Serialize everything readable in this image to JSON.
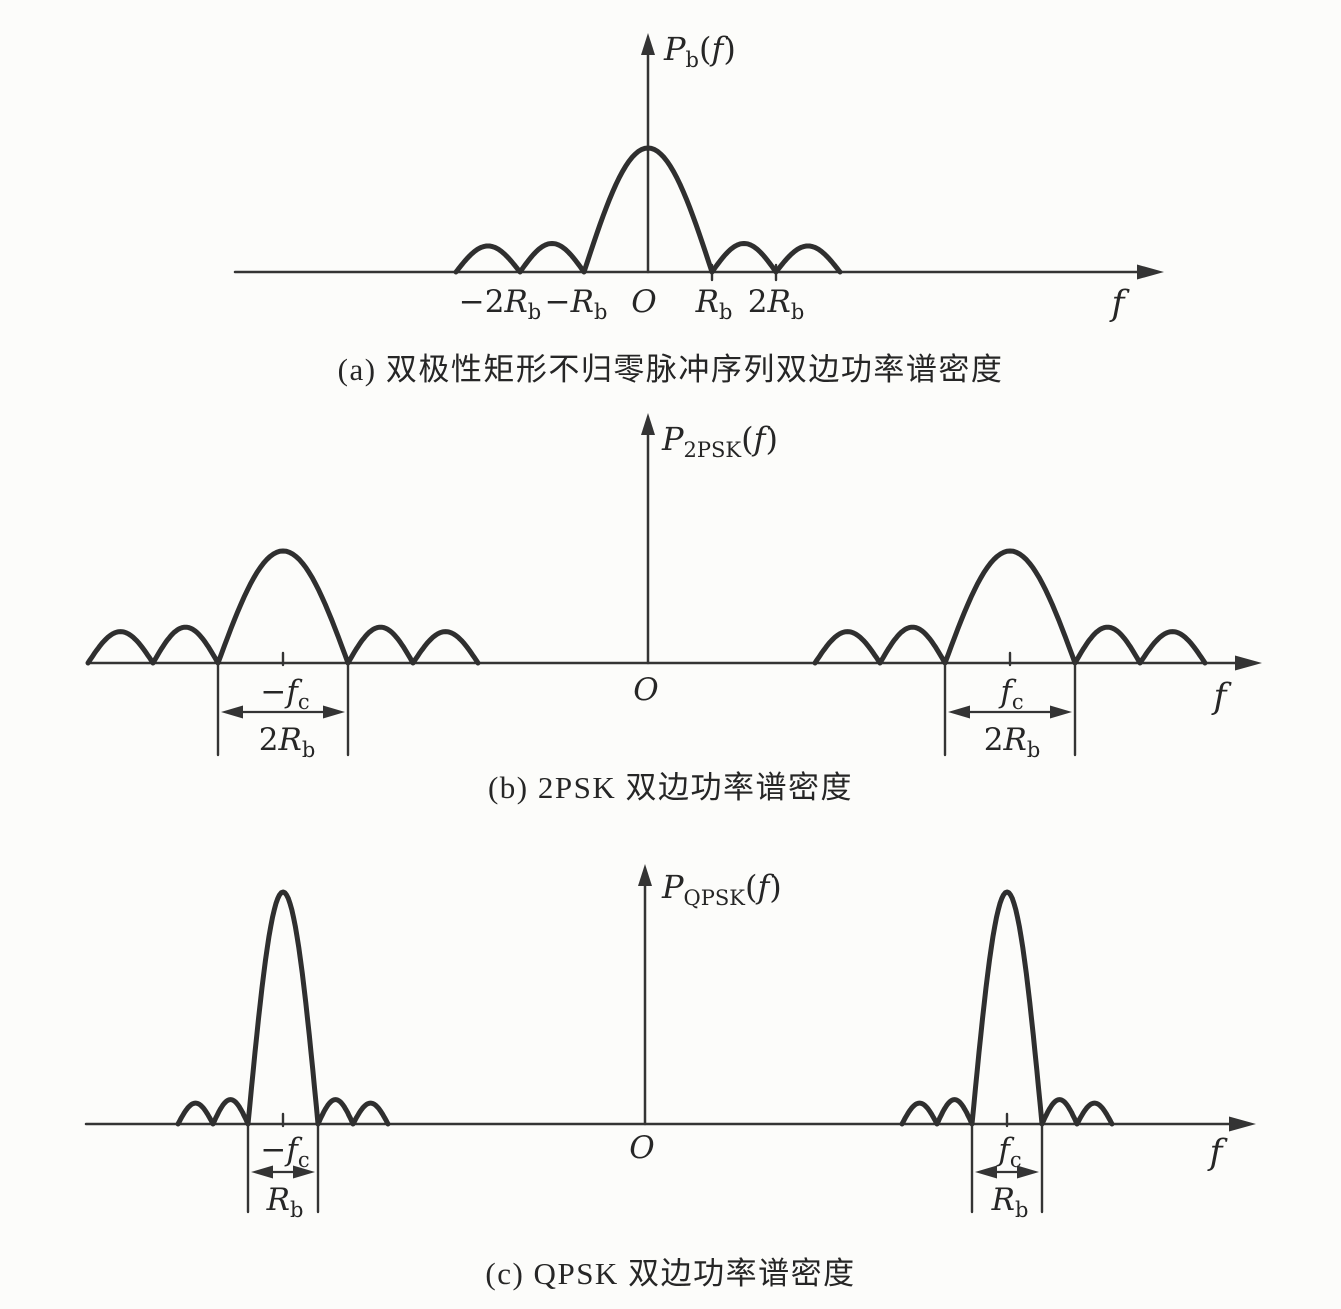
{
  "figure": {
    "background": "#fcfcfa",
    "ink": "#2f2f2f"
  },
  "captions": {
    "a": "(a) 双极性矩形不归零脉冲序列双边功率谱密度",
    "b": "(b) 2PSK 双边功率谱密度",
    "c": "(c) QPSK 双边功率谱密度"
  },
  "charts": {
    "a": {
      "ylabel": {
        "base": "P",
        "sub": "b",
        "open": "(",
        "f": "f",
        "close": ")"
      },
      "xlabel": "f",
      "origin": "O",
      "ticks": [
        {
          "pre": "−2",
          "base": "R",
          "sub": "b"
        },
        {
          "pre": "−",
          "base": "R",
          "sub": "b"
        },
        {
          "pre": "",
          "base": "R",
          "sub": "b"
        },
        {
          "pre": "2",
          "base": "R",
          "sub": "b"
        }
      ]
    },
    "b": {
      "ylabel": {
        "base": "P",
        "sub": "2PSK",
        "open": "(",
        "f": "f",
        "close": ")"
      },
      "xlabel": "f",
      "origin": "O",
      "left": {
        "freq": {
          "pre": "−",
          "base": "f",
          "sub": "c"
        },
        "bw": {
          "pre": "2",
          "base": "R",
          "sub": "b"
        }
      },
      "right": {
        "freq": {
          "pre": "",
          "base": "f",
          "sub": "c"
        },
        "bw": {
          "pre": "2",
          "base": "R",
          "sub": "b"
        }
      }
    },
    "c": {
      "ylabel": {
        "base": "P",
        "sub": "QPSK",
        "open": "(",
        "f": "f",
        "close": ")"
      },
      "xlabel": "f",
      "origin": "O",
      "left": {
        "freq": {
          "pre": "−",
          "base": "f",
          "sub": "c"
        },
        "bw": {
          "pre": "",
          "base": "R",
          "sub": "b"
        }
      },
      "right": {
        "freq": {
          "pre": "",
          "base": "f",
          "sub": "c"
        },
        "bw": {
          "pre": "",
          "base": "R",
          "sub": "b"
        }
      }
    }
  },
  "chart_data": [
    {
      "id": "a",
      "type": "line",
      "title": "(a) 双极性矩形不归零脉冲序列双边功率谱密度",
      "ylabel": "P_b(f)",
      "xlabel": "f",
      "x_unit": "R_b",
      "x_ticks": [
        "−2R_b",
        "−R_b",
        "O",
        "R_b",
        "2R_b"
      ],
      "curve_kind": "sinc-squared PSD, nulls at integer multiples of R_b",
      "ylim": [
        0,
        1.15
      ],
      "grid": false,
      "groups": [
        {
          "center": 0,
          "center_label": "O",
          "lobes": [
            {
              "from": -3,
              "to": -2,
              "peak": 0.21
            },
            {
              "from": -2,
              "to": -1,
              "peak": 0.23
            },
            {
              "from": -1,
              "to": 1,
              "peak": 1.0
            },
            {
              "from": 1,
              "to": 2,
              "peak": 0.23
            },
            {
              "from": 2,
              "to": 3,
              "peak": 0.21
            }
          ]
        }
      ]
    },
    {
      "id": "b",
      "type": "line",
      "title": "(b) 2PSK 双边功率谱密度",
      "ylabel": "P_2PSK(f)",
      "xlabel": "f",
      "x_unit": "R_b",
      "x_ticks": [
        "−f_c",
        "O",
        "f_c"
      ],
      "main_lobe_bandwidth": "2R_b",
      "curve_kind": "sinc-squared PSD translated to ±f_c, nulls at f_c ± k·R_b",
      "ylim": [
        0,
        1.15
      ],
      "grid": false,
      "groups": [
        {
          "center": "−f_c",
          "annotation": "2R_b between nulls at −f_c ± R_b",
          "lobes": [
            {
              "from": -3,
              "to": -2,
              "peak": 0.28
            },
            {
              "from": -2,
              "to": -1,
              "peak": 0.32
            },
            {
              "from": -1,
              "to": 1,
              "peak": 1.0
            },
            {
              "from": 1,
              "to": 2,
              "peak": 0.32
            },
            {
              "from": 2,
              "to": 3,
              "peak": 0.28
            }
          ]
        },
        {
          "center": "f_c",
          "annotation": "2R_b between nulls at f_c ± R_b",
          "lobes": [
            {
              "from": -3,
              "to": -2,
              "peak": 0.28
            },
            {
              "from": -2,
              "to": -1,
              "peak": 0.32
            },
            {
              "from": -1,
              "to": 1,
              "peak": 1.0
            },
            {
              "from": 1,
              "to": 2,
              "peak": 0.32
            },
            {
              "from": 2,
              "to": 3,
              "peak": 0.28
            }
          ]
        }
      ]
    },
    {
      "id": "c",
      "type": "line",
      "title": "(c) QPSK 双边功率谱密度",
      "ylabel": "P_QPSK(f)",
      "xlabel": "f",
      "x_unit": "R_b",
      "x_ticks": [
        "−f_c",
        "O",
        "f_c"
      ],
      "main_lobe_bandwidth": "R_b",
      "curve_kind": "sinc-squared PSD translated to ±f_c, nulls at f_c ± k·R_b/2 (half the 2PSK bandwidth, taller main lobe)",
      "ylim": [
        0,
        1.15
      ],
      "grid": false,
      "groups": [
        {
          "center": "−f_c",
          "annotation": "R_b between nulls at −f_c ± R_b/2",
          "lobes": [
            {
              "from": -1.5,
              "to": -1,
              "peak": 0.09
            },
            {
              "from": -1,
              "to": -0.5,
              "peak": 0.105
            },
            {
              "from": -0.5,
              "to": 0.5,
              "peak": 1.0
            },
            {
              "from": 0.5,
              "to": 1,
              "peak": 0.105
            },
            {
              "from": 1,
              "to": 1.5,
              "peak": 0.09
            }
          ]
        },
        {
          "center": "f_c",
          "annotation": "R_b between nulls at f_c ± R_b/2",
          "lobes": [
            {
              "from": -1.5,
              "to": -1,
              "peak": 0.09
            },
            {
              "from": -1,
              "to": -0.5,
              "peak": 0.105
            },
            {
              "from": -0.5,
              "to": 0.5,
              "peak": 1.0
            },
            {
              "from": 0.5,
              "to": 1,
              "peak": 0.105
            },
            {
              "from": 1,
              "to": 1.5,
              "peak": 0.09
            }
          ]
        }
      ]
    }
  ]
}
